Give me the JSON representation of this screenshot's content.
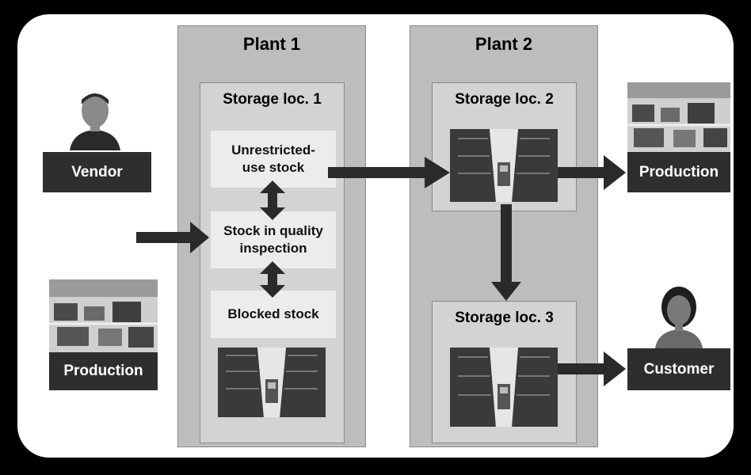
{
  "plants": [
    {
      "title": "Plant 1"
    },
    {
      "title": "Plant 2"
    }
  ],
  "storage": {
    "loc1": "Storage loc. 1",
    "loc2": "Storage loc. 2",
    "loc3": "Storage loc. 3"
  },
  "stock": {
    "unrestricted": "Unrestricted-\nuse stock",
    "quality": "Stock in quality\ninspection",
    "blocked": "Blocked stock"
  },
  "sources": {
    "vendor": "Vendor",
    "production": "Production"
  },
  "targets": {
    "production": "Production",
    "customer": "Customer"
  }
}
